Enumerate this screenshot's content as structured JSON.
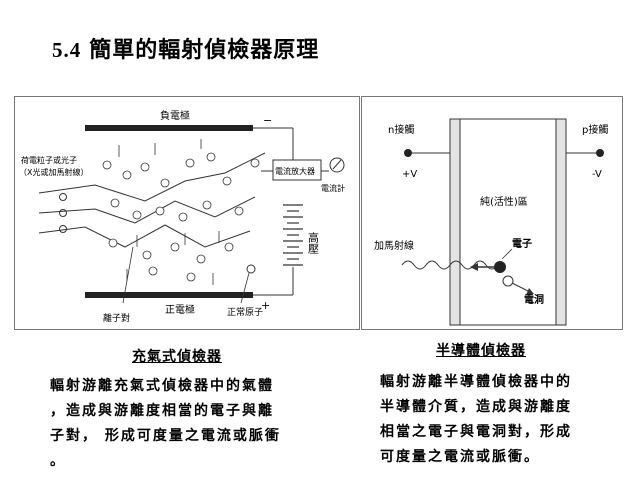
{
  "title": {
    "number": "5.4",
    "text": "簡單的輻射偵檢器原理"
  },
  "left_diagram": {
    "label_negative_electrode": "負電極",
    "label_positive_electrode": "正電極",
    "label_incident_particles_line1": "荷電粒子或光子",
    "label_incident_particles_line2": "（X光或加馬射線）",
    "label_amplifier": "電流放大器",
    "label_meter": "電流計",
    "label_high_voltage": "高壓",
    "label_ion_pair": "離子對",
    "label_normal_atom": "正常原子",
    "sign_minus": "−",
    "sign_plus": "+"
  },
  "right_diagram": {
    "label_n_contact": "n接觸",
    "label_p_contact": "p接觸",
    "label_plus_v": "+V",
    "label_minus_v": "-V",
    "label_intrinsic_region": "純(活性)區",
    "label_gamma_ray": "加馬射線",
    "label_electron": "電子",
    "label_hole": "電洞"
  },
  "left_caption": "充氣式偵檢器",
  "left_description": [
    "輻射游離充氣式偵檢器中的氣體",
    "，造成與游離度相當的電子與離",
    "子對， 形成可度量之電流或脈衝",
    "。"
  ],
  "right_caption": "半導體偵檢器",
  "right_description": [
    "輻射游離半導體偵檢器中的",
    "半導體介質，造成與游離度",
    "相當之電子與電洞對，形成",
    "可度量之電流或脈衝。"
  ]
}
